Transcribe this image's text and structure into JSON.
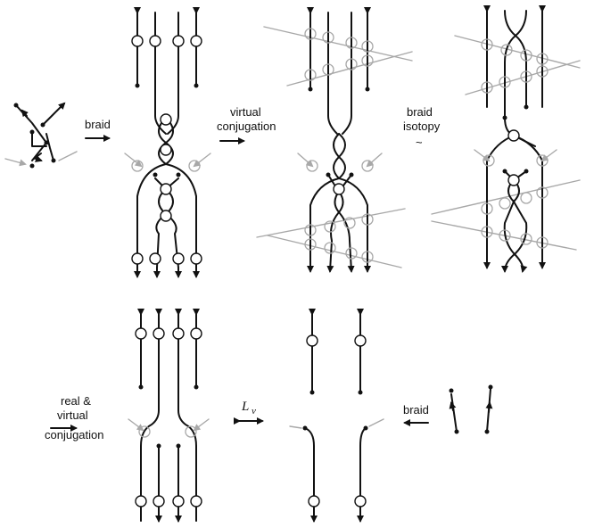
{
  "labels": {
    "braid_1": "braid",
    "virtual_1": "virtual",
    "conjugation_1": "conjugation",
    "braid_2": "braid",
    "isotopy": "isotopy",
    "tilde": "~",
    "real_amp": "real &",
    "virtual_2": "virtual",
    "conjugation_2": "conjugation",
    "lv_main": "L",
    "lv_sub": "v",
    "braid_3": "braid"
  },
  "colors": {
    "strand": "#111111",
    "virtual": "#a8a8a8",
    "background": "#ffffff"
  }
}
